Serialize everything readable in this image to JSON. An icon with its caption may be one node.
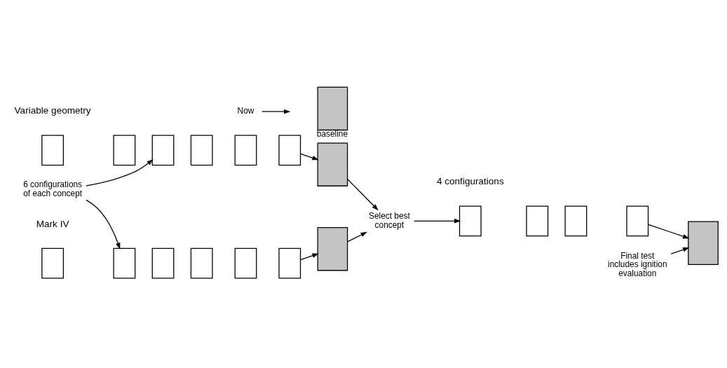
{
  "diagram": {
    "nodes": [
      {
        "text": [
          "Now"
        ]
      },
      {
        "text": [],
        "shape": "box",
        "beside": [
          "baseline"
        ]
      },
      {
        "text": [],
        "shape": "box"
      },
      {
        "text": [],
        "shape": "box"
      },
      {
        "text": [],
        "shape": "box"
      },
      {
        "text": [],
        "shape": "box"
      },
      {
        "text": [],
        "shape": "box"
      },
      {
        "text": [],
        "shape": "box"
      },
      {
        "text": [],
        "shape": "box"
      },
      {
        "text": [
          "6 configurations of each concept"
        ]
      },
      {
        "text": [],
        "shape": "box"
      },
      {
        "text": [],
        "shape": "box"
      },
      {
        "text": [],
        "shape": "box"
      },
      {
        "text": [],
        "shape": "box"
      },
      {
        "text": [],
        "shape": "box"
      },
      {
        "text": [],
        "shape": "box"
      },
      {
        "text": [],
        "shape": "box"
      },
      {
        "text": [
          "Select best concept"
        ]
      },
      {
        "text": [],
        "shape": "box"
      },
      {
        "text": [],
        "shape": "box"
      },
      {
        "text": [],
        "shape": "box"
      },
      {
        "text": [],
        "shape": "box"
      },
      {
        "text": [],
        "shape": "box"
      },
      {
        "text": [
          "Final test includes ignition evaluation"
        ]
      }
    ],
    "edges": [
      {
        "from": 0,
        "to": null,
        "arrow": "to"
      },
      {
        "from": 7,
        "to": 8,
        "arrow": "to"
      },
      {
        "from": 9,
        "to": 4,
        "arrow": "to"
      },
      {
        "from": 9,
        "to": 11,
        "arrow": "to"
      },
      {
        "from": 15,
        "to": 16,
        "arrow": "to"
      },
      {
        "from": 8,
        "to": 17,
        "arrow": "to"
      },
      {
        "from": 16,
        "to": 17,
        "arrow": "to"
      },
      {
        "from": 17,
        "to": 18,
        "arrow": "to"
      },
      {
        "from": 21,
        "to": 22,
        "arrow": "to"
      },
      {
        "from": 23,
        "to": 22,
        "arrow": "to"
      }
    ],
    "labels": [
      "Variable geometry",
      "Mark IV",
      "4 configurations"
    ]
  }
}
